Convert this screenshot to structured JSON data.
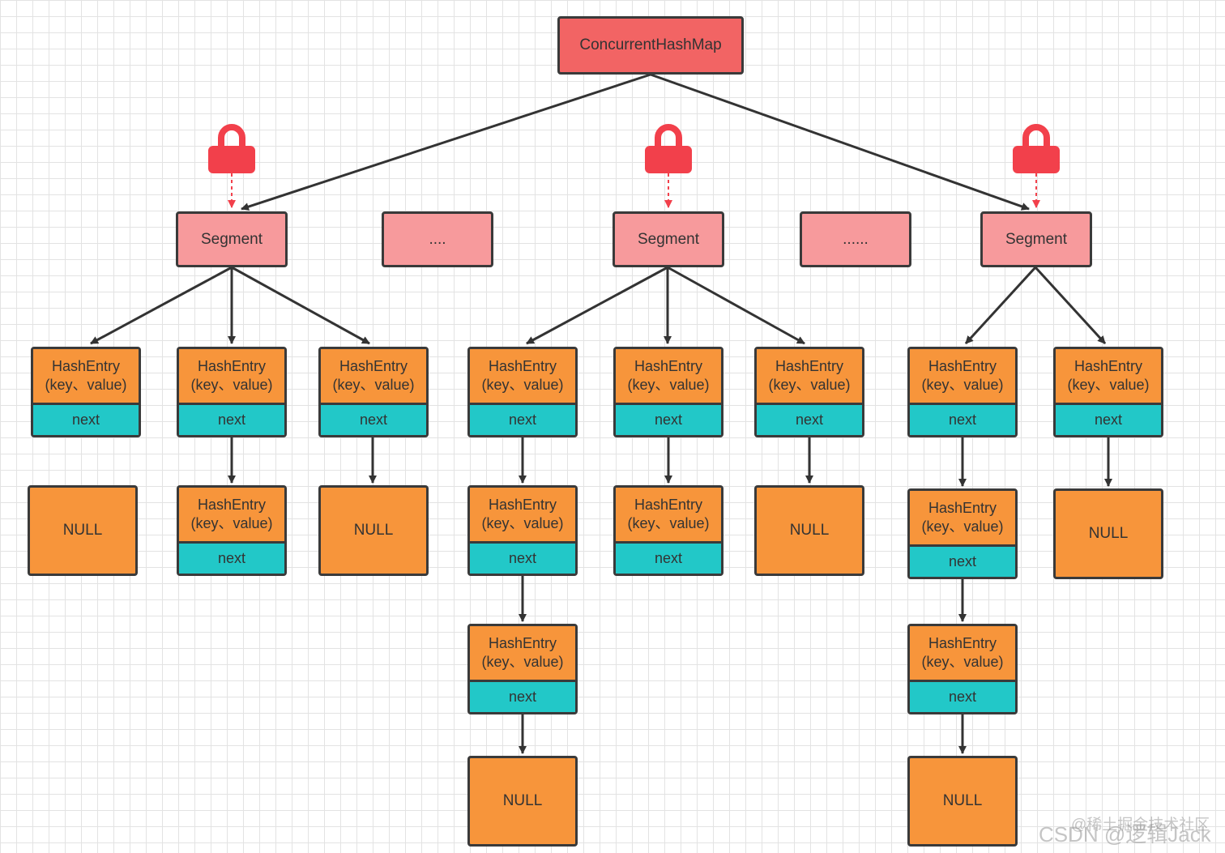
{
  "root": {
    "label": "ConcurrentHashMap"
  },
  "segments": [
    {
      "label": "Segment"
    },
    {
      "label": "...."
    },
    {
      "label": "Segment"
    },
    {
      "label": "......"
    },
    {
      "label": "Segment"
    }
  ],
  "entry": {
    "line1": "HashEntry",
    "line2": "(key、value)",
    "next": "next"
  },
  "null_label": "NULL",
  "colors": {
    "root": "#f26464",
    "segment": "#f79a9c",
    "entry": "#f7953b",
    "next": "#22c8c8",
    "lock": "#f2404b"
  },
  "watermark": {
    "line1": "@稀土掘金技术社区",
    "line2": "CSDN @逻辑Jack"
  }
}
